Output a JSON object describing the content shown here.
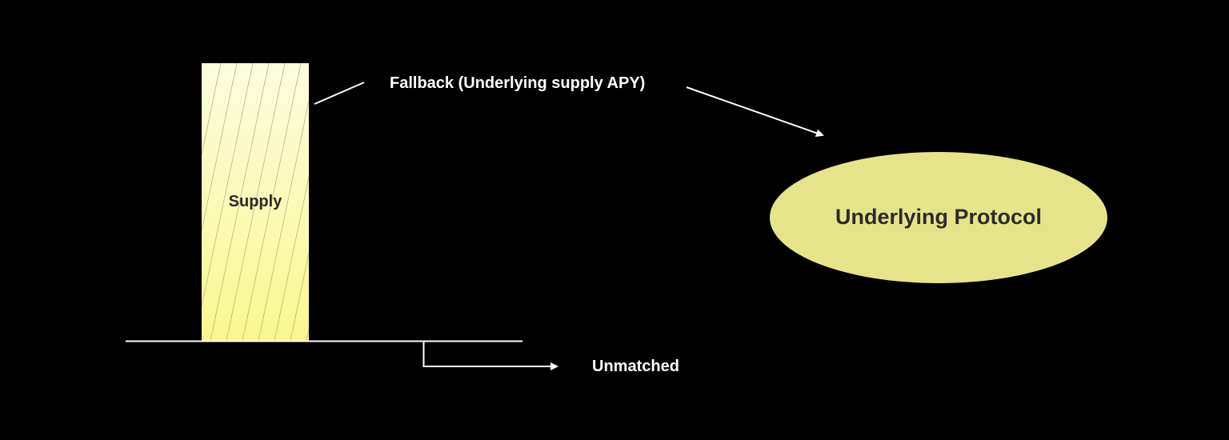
{
  "diagram": {
    "supply_block": {
      "label": "Supply",
      "color_top": "#fdfde0",
      "color_bottom": "#faf78f"
    },
    "fallback_label": "Fallback (Underlying supply APY)",
    "protocol_node": {
      "label": "Underlying Protocol",
      "color": "#e6e48a"
    },
    "unmatched_label": "Unmatched",
    "line_color": "#ffffff",
    "background": "#000000"
  }
}
